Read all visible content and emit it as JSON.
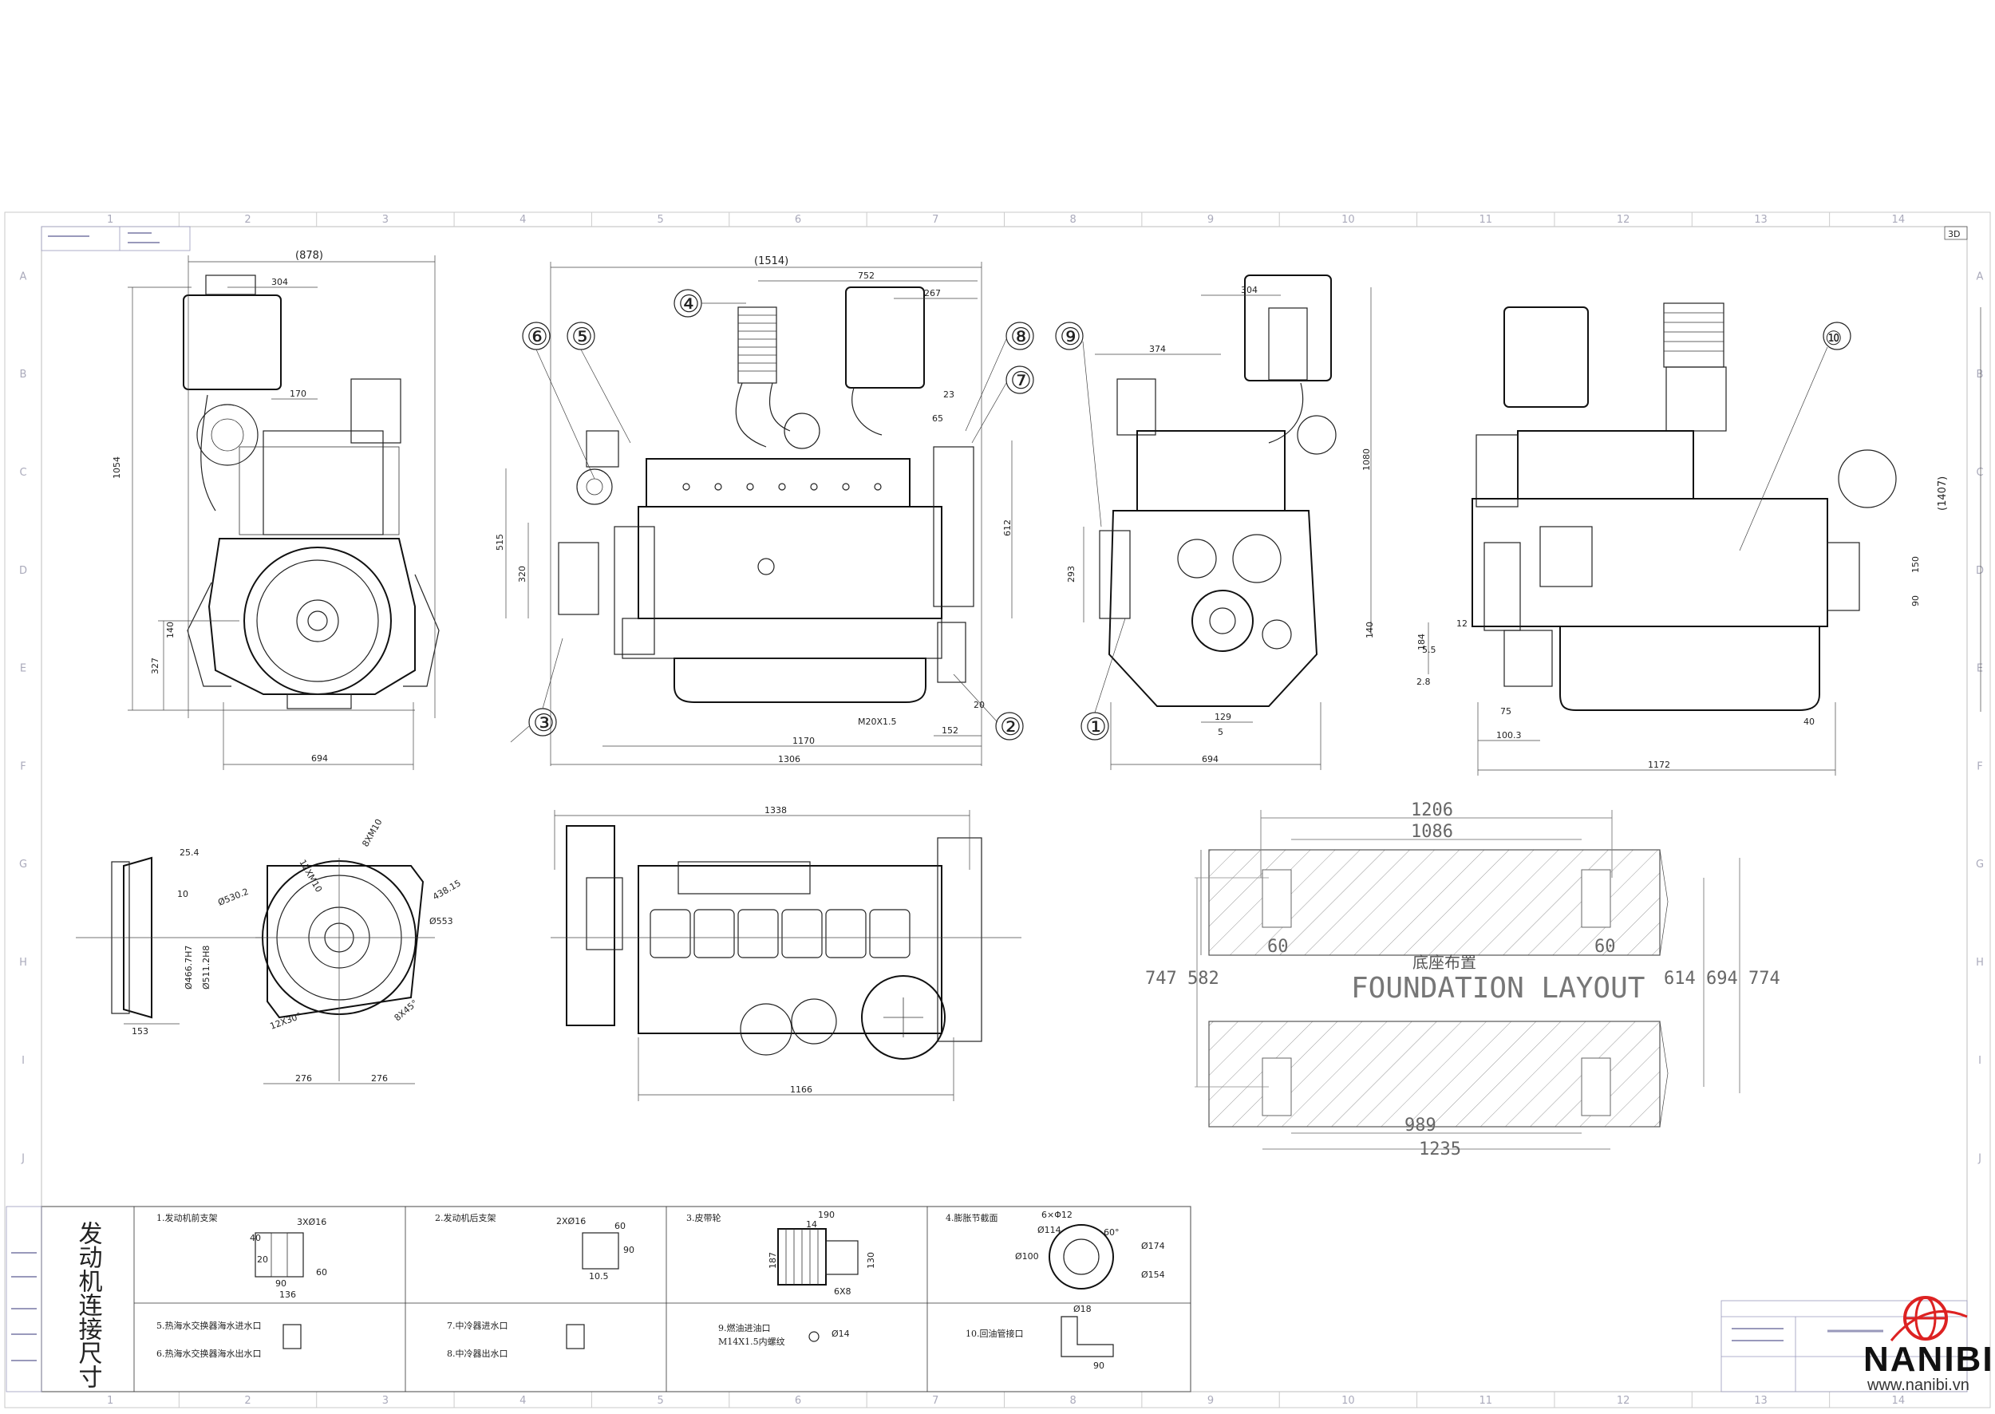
{
  "sheet": {
    "col_labels": [
      "1",
      "2",
      "3",
      "4",
      "5",
      "6",
      "7",
      "8",
      "9",
      "10",
      "11",
      "12",
      "13",
      "14"
    ],
    "row_labels": [
      "A",
      "B",
      "C",
      "D",
      "E",
      "F",
      "G",
      "H",
      "I",
      "J"
    ],
    "badge_3d": "3D"
  },
  "views": {
    "front": {
      "dims": {
        "top": "(878)",
        "d304": "304",
        "d170": "170",
        "h1054": "1054",
        "h327": "327",
        "h140": "140",
        "w694": "694"
      }
    },
    "side": {
      "dims": {
        "top": "(1514)",
        "d752": "752",
        "d267": "267",
        "d23": "23",
        "d65": "65",
        "h612": "612",
        "h515": "515",
        "h320": "320",
        "d20": "20",
        "d152": "152",
        "w1170": "1170",
        "w1306": "1306",
        "thread": "M20X1.5"
      }
    },
    "rear": {
      "dims": {
        "d304": "304",
        "d374": "374",
        "h1080": "1080",
        "h293": "293",
        "h140": "140",
        "d129": "129",
        "d5": "5",
        "w694": "694"
      }
    },
    "other": {
      "dims": {
        "h1407": "(1407)",
        "h150": "150",
        "h90": "90",
        "d184": "184",
        "d12": "12",
        "d55": "5.5",
        "d28": "2.8",
        "d75": "75",
        "d1003": "100.3",
        "d40": "40",
        "w1172": "1172"
      }
    },
    "flywheel": {
      "dims": {
        "d254": "25.4",
        "d10": "10",
        "d153": "153",
        "d276a": "276",
        "d276b": "276",
        "dia1": "Ø530.2",
        "dia2": "Ø553",
        "dia3": "Ø466.7H7",
        "dia4": "Ø511.2H8",
        "t1": "12XM10",
        "t2": "8XM10",
        "t3": "438.15",
        "t4": "12X30°",
        "t5": "8X45°"
      }
    },
    "top": {
      "dims": {
        "w1338": "1338",
        "w1166": "1166"
      }
    }
  },
  "callouts": [
    "①",
    "②",
    "③",
    "④",
    "⑤",
    "⑥",
    "⑦",
    "⑧",
    "⑨",
    "⑩"
  ],
  "foundation": {
    "title_cn": "底座布置",
    "title_en": "FOUNDATION LAYOUT",
    "dims": {
      "d1206": "1206",
      "d1086": "1086",
      "d60a": "60",
      "d60b": "60",
      "d989": "989",
      "d1235": "1235",
      "left": "747 582",
      "right": "614 694 774"
    }
  },
  "table": {
    "title": "发动机连接尺寸",
    "cells": [
      {
        "label": "1.发动机前支架",
        "n": [
          "3XØ16",
          "40",
          "20",
          "60",
          "90",
          "136"
        ]
      },
      {
        "label": "2.发动机后支架",
        "n": [
          "2XØ16",
          "60",
          "10.5",
          "90"
        ]
      },
      {
        "label": "3.皮带轮",
        "n": [
          "190",
          "14",
          "187",
          "130",
          "6X8"
        ]
      },
      {
        "label": "4.膨胀节截面",
        "n": [
          "6×Φ12",
          "Ø114",
          "60°",
          "Ø100",
          "Ø174",
          "Ø154"
        ]
      },
      {
        "label": "5.热海水交换器海水进水口",
        "n": []
      },
      {
        "label": "6.热海水交换器海水出水口",
        "n": []
      },
      {
        "label": "7.中冷器进水口",
        "n": []
      },
      {
        "label": "8.中冷器出水口",
        "n": []
      },
      {
        "label": "9.燃油进油口",
        "sub": "M14X1.5内螺纹",
        "n": [
          "Ø14"
        ]
      },
      {
        "label": "10.回油管接口",
        "n": [
          "Ø18",
          "90"
        ]
      }
    ]
  },
  "brand": {
    "name": "NANIBI",
    "url": "www.nanibi.vn"
  }
}
